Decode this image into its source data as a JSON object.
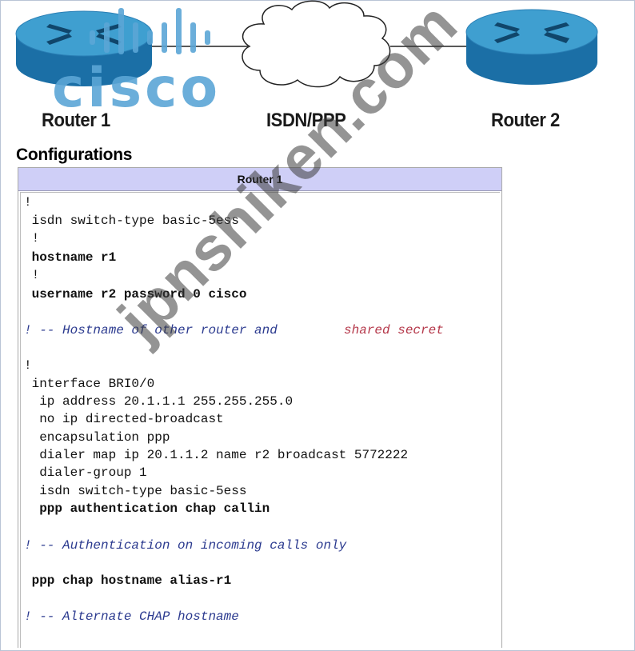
{
  "diagram": {
    "router1_label": "Router 1",
    "router2_label": "Router 2",
    "link_label": "ISDN/PPP"
  },
  "logo": {
    "text": "cisco",
    "color": "#5ba6d6"
  },
  "section_title": "Configurations",
  "panel": {
    "header": "Router 1",
    "lines": [
      "!",
      " isdn switch-type basic-5ess",
      " !",
      " hostname r1",
      " !",
      " username r2 password 0 cisco",
      "",
      "! -- Hostname of other router and ",
      "shared secret",
      "",
      "!",
      " interface BRI0/0",
      "  ip address 20.1.1.1 255.255.255.0",
      "  no ip directed-broadcast",
      "  encapsulation ppp",
      "  dialer map ip 20.1.1.2 name r2 broadcast 5772222",
      "  dialer-group 1",
      "  isdn switch-type basic-5ess",
      "  ppp authentication chap callin",
      "",
      "! -- Authentication on incoming calls only",
      "",
      " ppp chap hostname alias-r1",
      "",
      "! -- Alternate CHAP hostname"
    ]
  },
  "watermark": "jpnshiken.com",
  "colors": {
    "router_top": "#3f9fd0",
    "router_side": "#1b6fa6",
    "panel_header_bg": "#cfcff7",
    "comment_blue": "#2b3a8f",
    "comment_red": "#b5384a"
  }
}
